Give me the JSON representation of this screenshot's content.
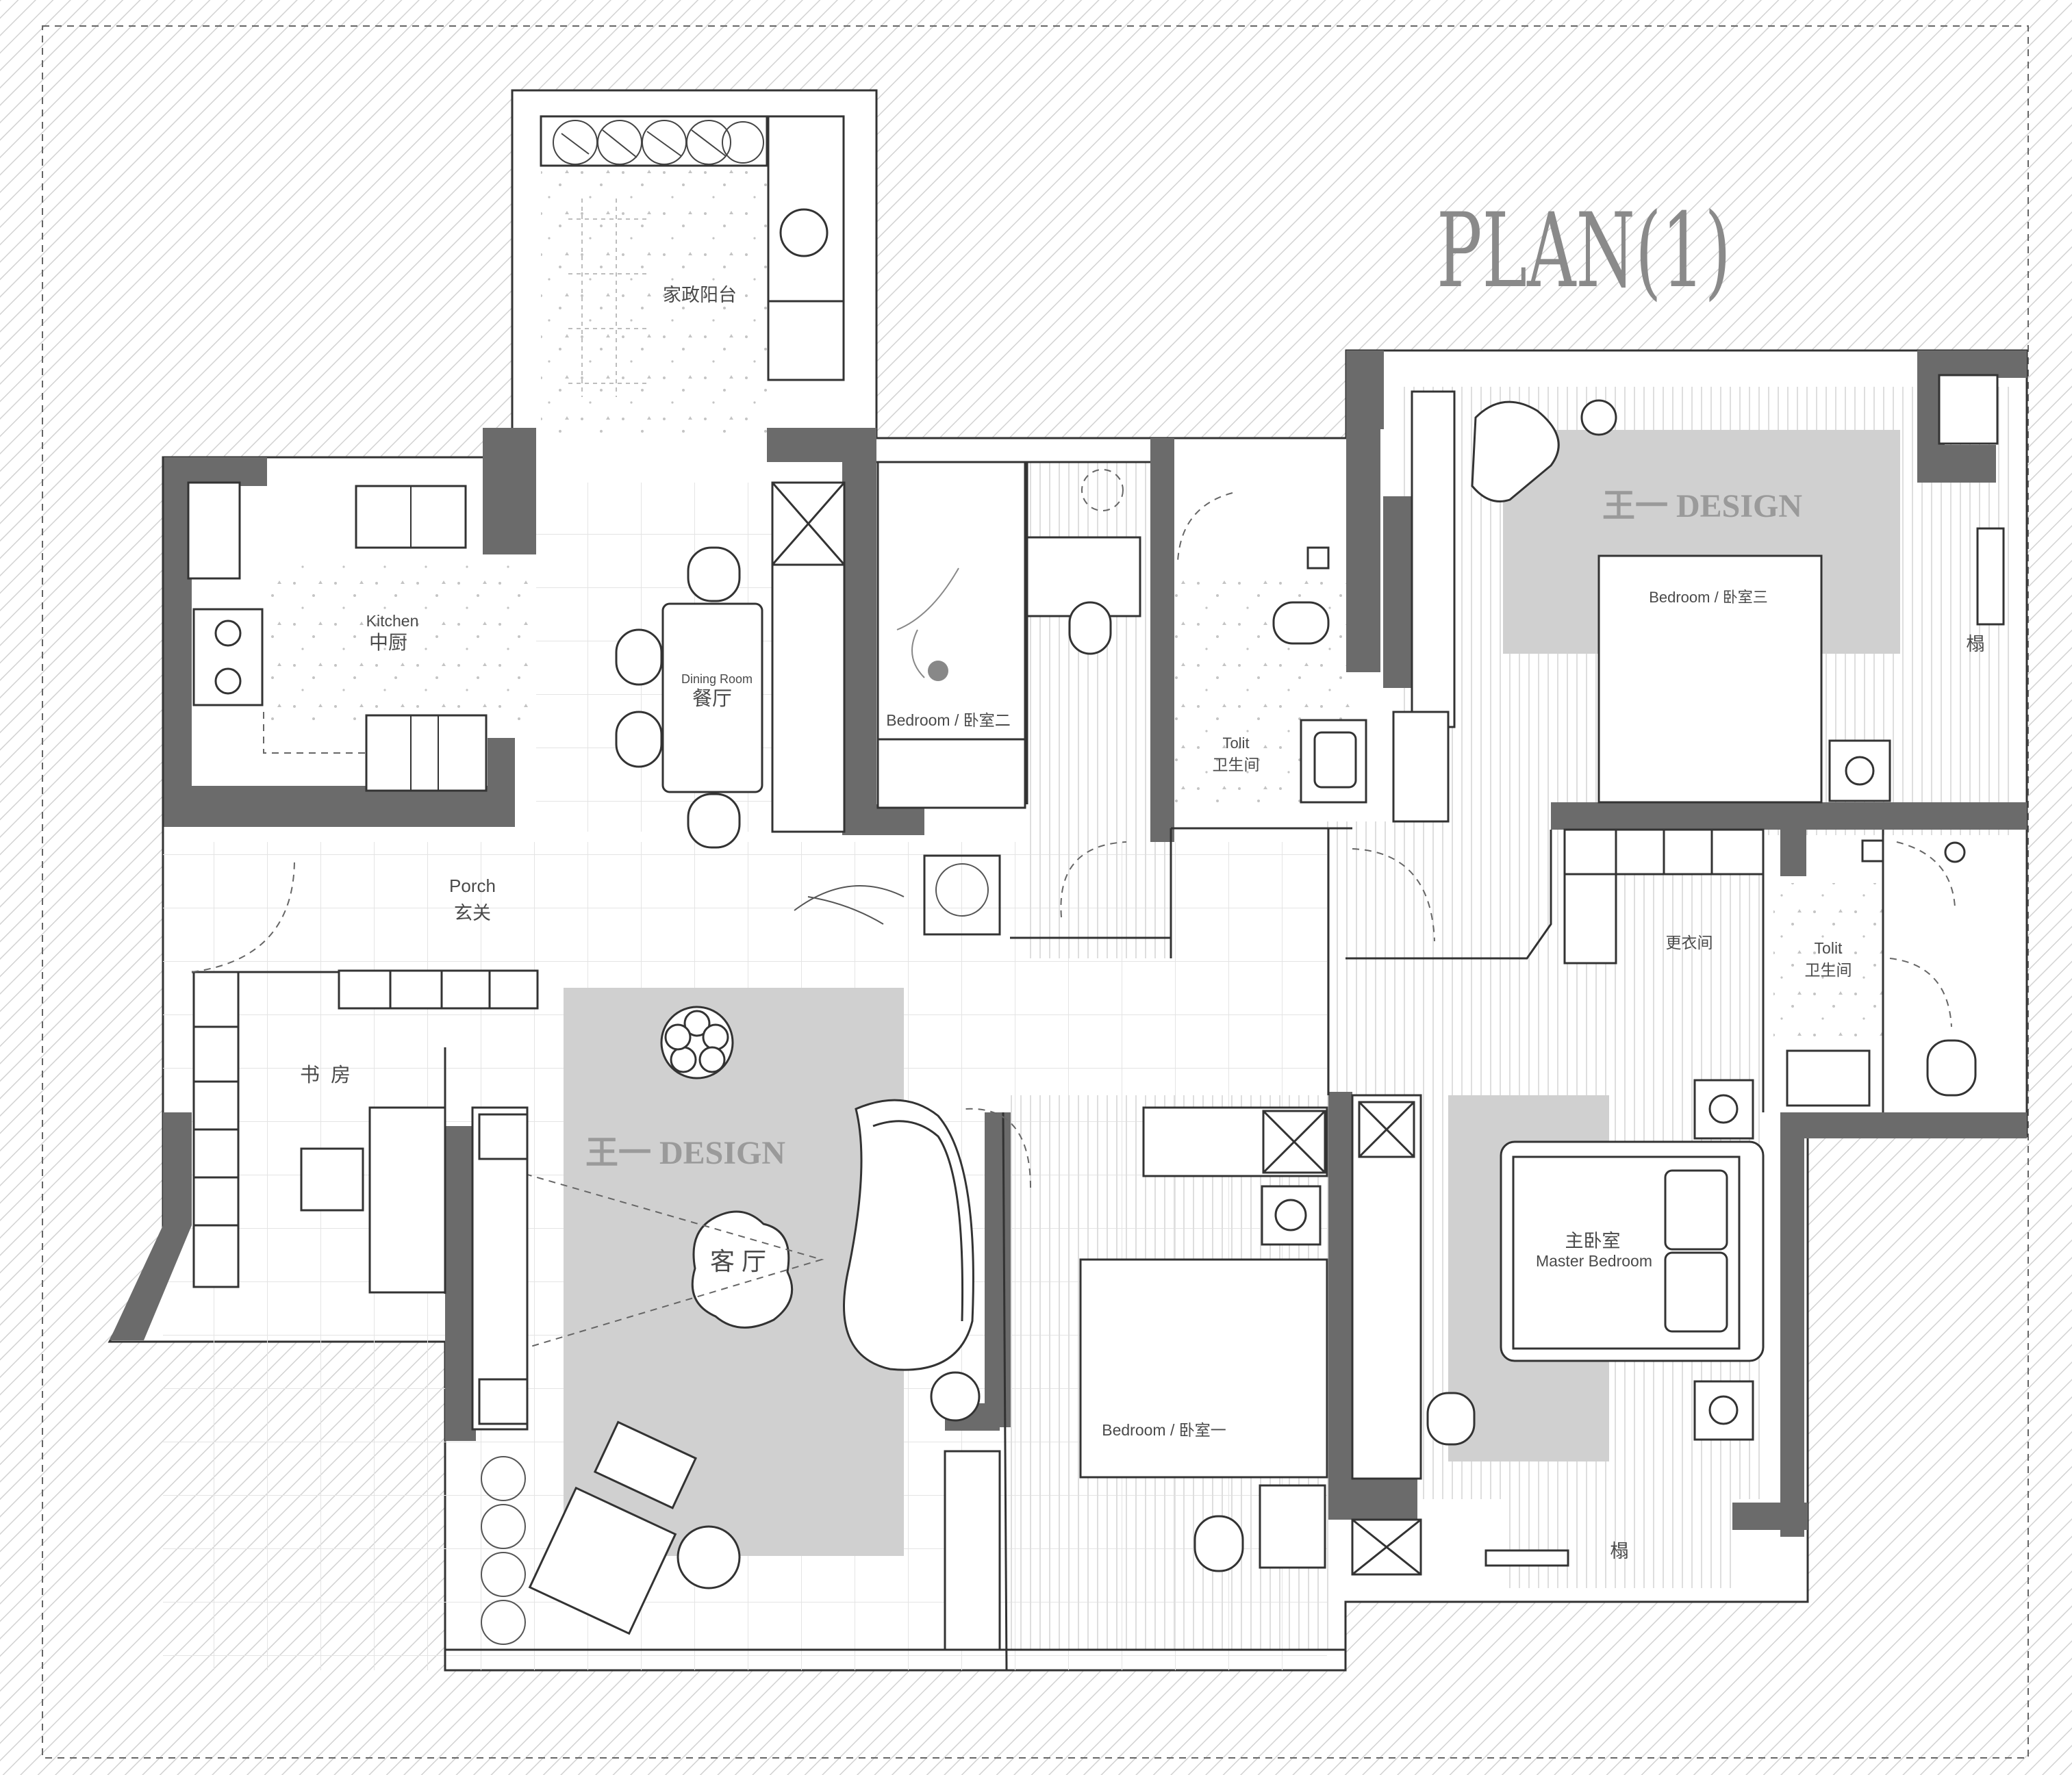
{
  "title": "PLAN(1)",
  "watermark": "王一 DESIGN",
  "rooms": {
    "laundry_balcony": "家政阳台",
    "kitchen_en": "Kitchen",
    "kitchen_cn": "中厨",
    "dining_en": "Dining Room",
    "dining_cn": "餐厅",
    "bedroom2": "Bedroom / 卧室二",
    "toilet1_en": "Tolit",
    "toilet1_cn": "卫生间",
    "bedroom3": "Bedroom / 卧室三",
    "tatami_right": "榻",
    "porch_en": "Porch",
    "porch_cn": "玄关",
    "study": "书  房",
    "cloakroom": "更衣间",
    "toilet2_en": "Tolit",
    "toilet2_cn": "卫生间",
    "living": "客 厅",
    "master_cn": "主卧室",
    "master_en": "Master Bedroom",
    "bedroom1": "Bedroom / 卧室一",
    "tatami_bottom": "榻"
  }
}
